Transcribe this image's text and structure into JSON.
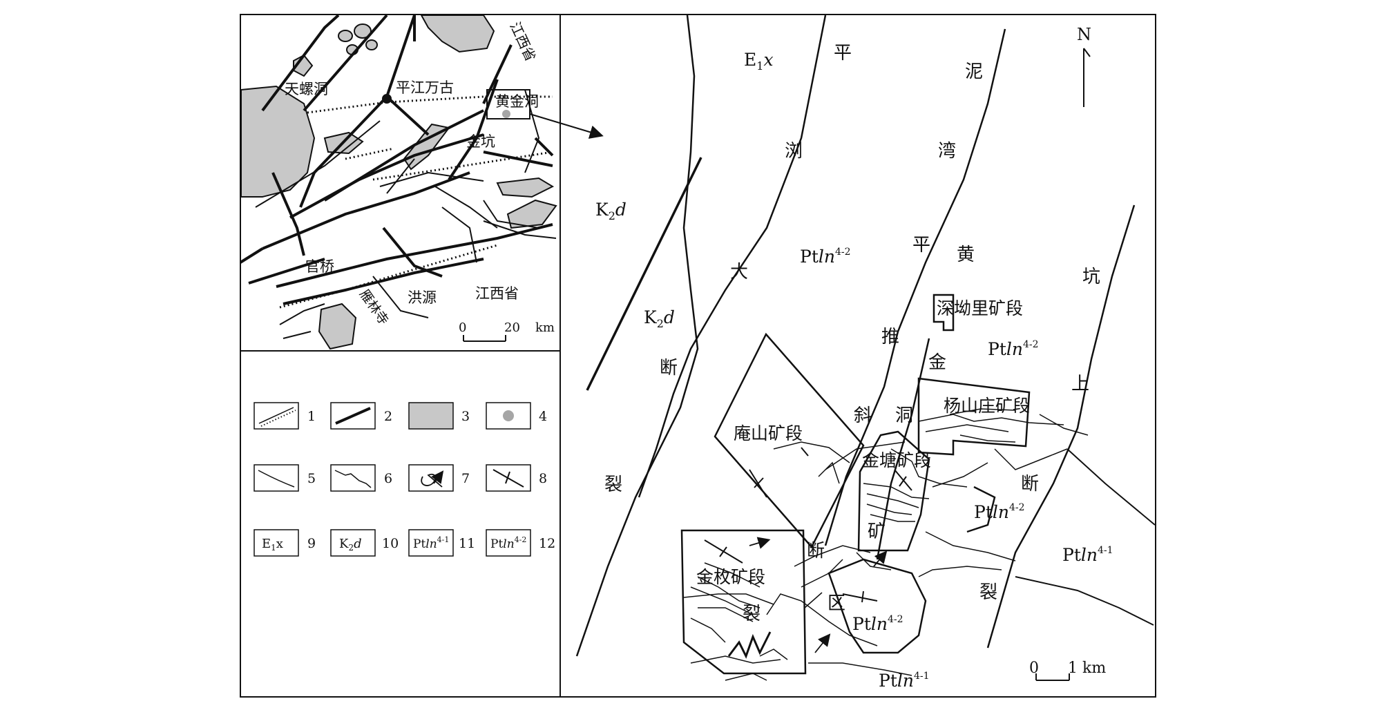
{
  "index_map": {
    "places": {
      "tianluodong": "天螺洞",
      "pingjiang": "平江万古",
      "huangjindong": "黄金洞",
      "jiangxi_ne": "江西省",
      "jinkeng": "金坑",
      "guanqiao": "官桥",
      "hongyuan": "洪源",
      "jiangxi": "江西省",
      "yanlinsi": "雁林寺"
    },
    "scale": {
      "zero": "0",
      "max": "20",
      "unit": "km"
    }
  },
  "legend": {
    "items": [
      {
        "num": "1",
        "icon": "dotted-fault-icon"
      },
      {
        "num": "2",
        "icon": "thick-fault-icon"
      },
      {
        "num": "3",
        "icon": "gray-fill-icon"
      },
      {
        "num": "4",
        "icon": "gray-dot-icon"
      },
      {
        "num": "5",
        "icon": "curve-line-icon"
      },
      {
        "num": "6",
        "icon": "wavy-line-icon"
      },
      {
        "num": "7",
        "icon": "fold-arrow-icon"
      },
      {
        "num": "8",
        "icon": "crossed-line-icon"
      },
      {
        "num": "9",
        "label": "E",
        "sub": "1",
        "tail": "x"
      },
      {
        "num": "10",
        "label": "K",
        "sub": "2",
        "tail": "d"
      },
      {
        "num": "11",
        "label": "Pt",
        "italic": "ln",
        "sup": "4-1"
      },
      {
        "num": "12",
        "label": "Pt",
        "italic": "ln",
        "sup": "4-2"
      }
    ],
    "colors": {
      "gray_fill": "#c8c8c8",
      "gray_dot": "#a6a6a6",
      "line": "#111111"
    }
  },
  "main_map": {
    "north": "N",
    "scale": {
      "zero": "0",
      "label": "1 km"
    },
    "fault_chars": {
      "ping1": "平",
      "ni": "泥",
      "liu": "浏",
      "wan": "湾",
      "ping2": "平",
      "huang": "黄",
      "da": "大",
      "keng": "坑",
      "tui": "推",
      "jin": "金",
      "duan1": "断",
      "shang": "上",
      "xie": "斜",
      "dong": "洞",
      "lie1": "裂",
      "duan2": "断",
      "kuang": "矿",
      "duan3": "断",
      "qu": "区",
      "lie2": "裂",
      "lie3": "裂"
    },
    "units": {
      "e1x": {
        "base": "E",
        "sub": "1",
        "tail": "x"
      },
      "k2d_a": {
        "base": "K",
        "sub": "2",
        "tail": "d"
      },
      "k2d_b": {
        "base": "K",
        "sub": "2",
        "tail": "d"
      },
      "ptln": "Pt",
      "ln": "ln",
      "sup42": "4-2",
      "sup41": "4-1"
    },
    "sections": {
      "shenchangli": "深坳里矿段",
      "yangshanzhuang": "杨山庄矿段",
      "anshan": "庵山矿段",
      "jintang": "金塘矿段",
      "jinmei": "金枚矿段"
    }
  }
}
